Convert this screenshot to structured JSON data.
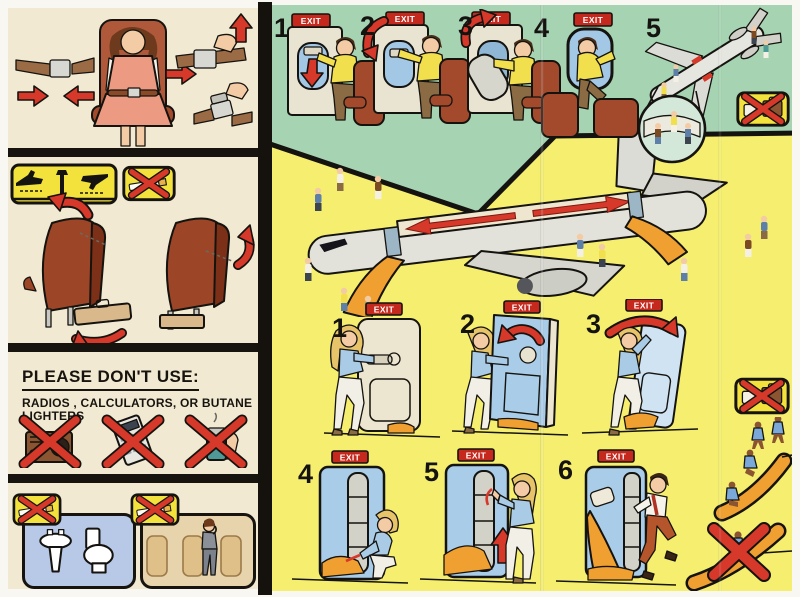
{
  "colors": {
    "left_page_cream": "#f1e9d1",
    "divider_black": "#17140f",
    "green_band": "#a6d3b2",
    "yellow_page": "#f5ee6e",
    "warning_sign_yellow": "#f3e23b",
    "red_accent": "#d6382a",
    "exit_sign_red": "#c5291d",
    "seat_brown": "#a3492c",
    "slide_orange": "#f0a031",
    "door_interior_blue": "#a9cde9",
    "lavatory_panel_blue": "#b7c9e6",
    "cabin_panel_tan": "#e7d3ac"
  },
  "left_page": {
    "panels": [
      {
        "id": "seat-belt",
        "icons": [
          "seated-passenger-with-lap-belt",
          "buckle-fasten-arrows",
          "belt-tighten-hand-arrow-up",
          "belt-release-hand"
        ]
      },
      {
        "id": "takeoff-landing-preparation",
        "icons": [
          "takeoff-landing-sign",
          "no-smoking-sign",
          "seat-back-upright-arrow",
          "stow-bag-under-seat-arrow"
        ]
      },
      {
        "id": "dont-use",
        "title": "PLEASE DON'T USE:",
        "subtitle": "RADIOS , CALCULATORS, OR BUTANE LIGHTERS",
        "icons": [
          "radio-crossed",
          "calculator-crossed",
          "butane-lighter-crossed"
        ]
      },
      {
        "id": "no-smoking-areas",
        "icons": [
          "no-smoking-sign",
          "lavatory-sink-toilet",
          "no-smoking-sign",
          "standing-passenger-in-aisle"
        ]
      }
    ]
  },
  "right_page": {
    "exit_sign_label": "EXIT",
    "overwing_exit_steps": [
      {
        "number": "1"
      },
      {
        "number": "2"
      },
      {
        "number": "3"
      },
      {
        "number": "4"
      },
      {
        "number": "5"
      }
    ],
    "overwing_extra_icons": [
      "airplane-top-view-evacuation",
      "wing-exit-magnifier-inset",
      "no-baggage-sign"
    ],
    "evacuation_overview_icon": "airplane-cutaway-slides-evacuation",
    "main_door_steps": [
      {
        "number": "1"
      },
      {
        "number": "2"
      },
      {
        "number": "3"
      },
      {
        "number": "4"
      },
      {
        "number": "5"
      },
      {
        "number": "6"
      }
    ],
    "door_extra_icons": [
      "no-baggage-sign",
      "passengers-walking-to-slide",
      "slide-sit-and-slide",
      "slide-dont-stop-crossed"
    ]
  }
}
